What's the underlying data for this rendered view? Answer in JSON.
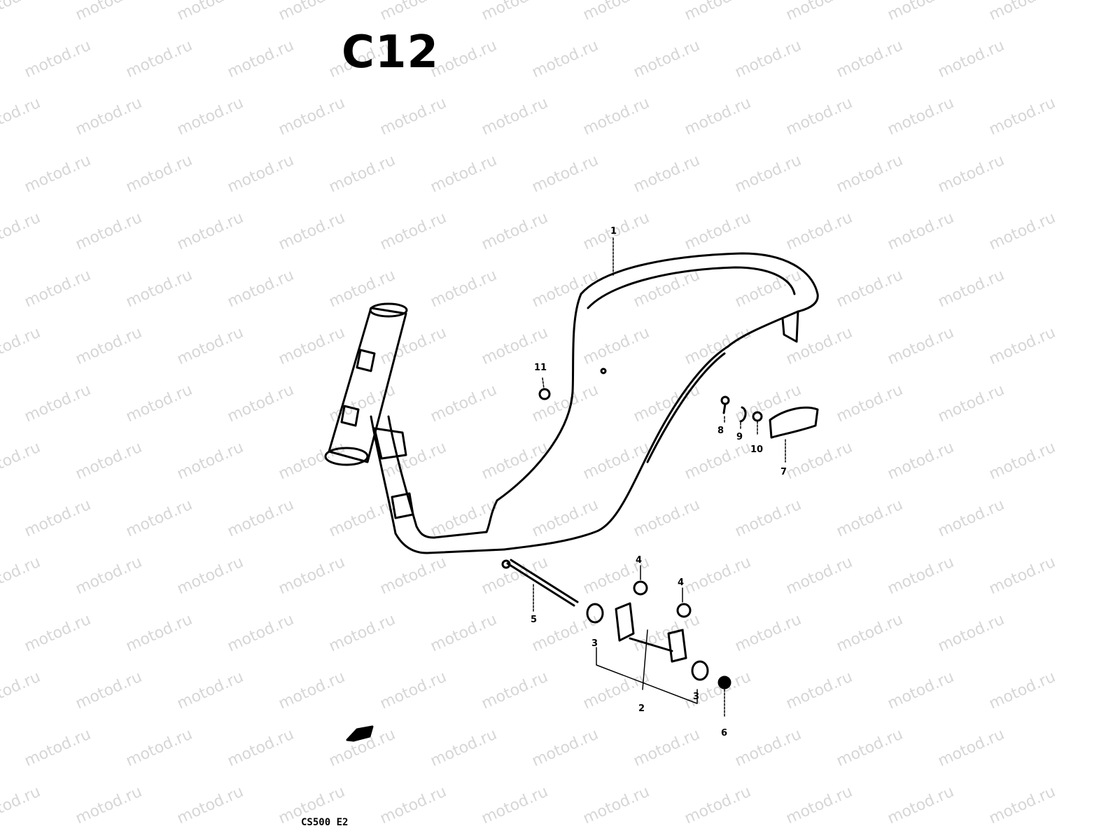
{
  "title": "C12",
  "footer_code": "CS500 E2",
  "watermark_text": "motod.ru",
  "callouts": {
    "p1": "1",
    "p2": "2",
    "p3a": "3",
    "p3b": "3",
    "p4a": "4",
    "p4b": "4",
    "p5": "5",
    "p6": "6",
    "p7": "7",
    "p8": "8",
    "p9": "9",
    "p10": "10",
    "p11": "11"
  },
  "colors": {
    "ink": "#000000",
    "watermark": "#d6d6d6",
    "background": "#ffffff"
  }
}
